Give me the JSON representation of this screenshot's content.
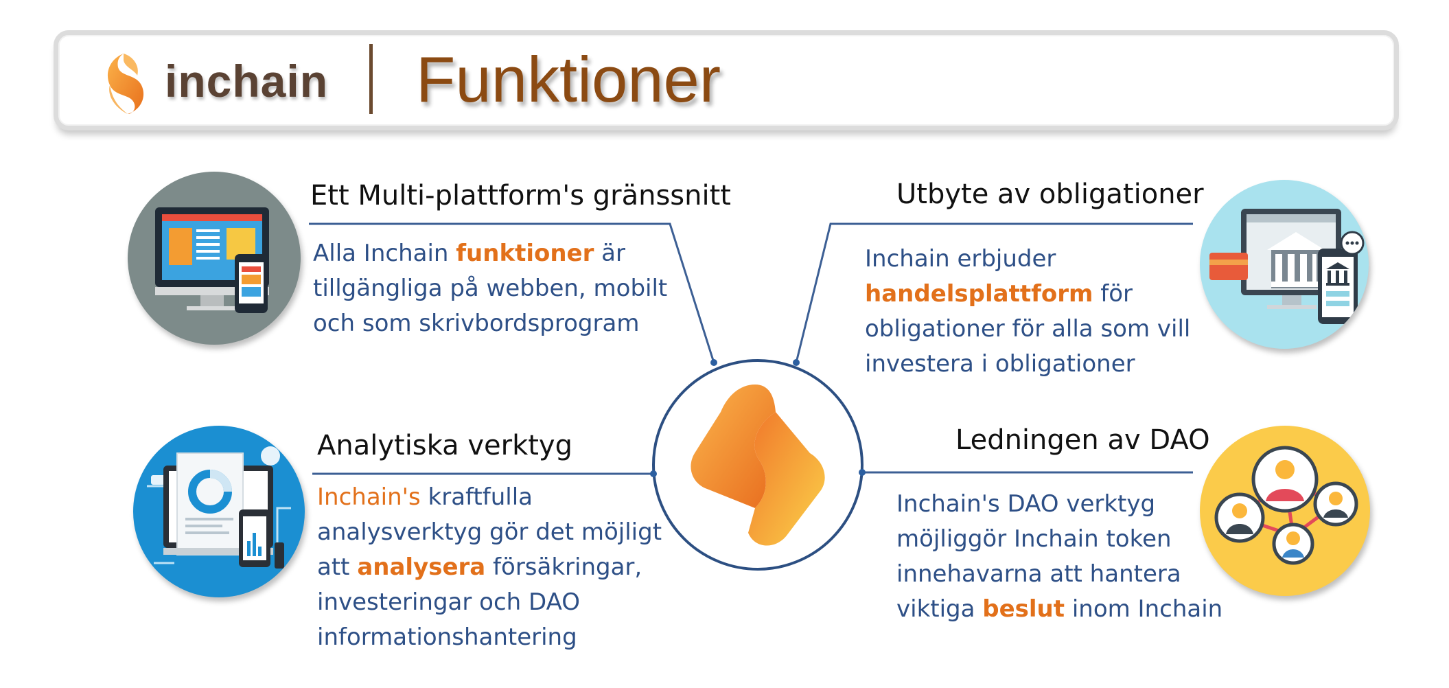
{
  "header": {
    "logo_text": "inchain",
    "title": "Funktioner"
  },
  "features": {
    "multiplatform": {
      "heading": "Ett Multi-plattform's gränssnitt",
      "t1": "Alla Inchain ",
      "b1": "funktioner",
      "t2": " är tillgängliga på webben, mobilt och som skrivbordsprogram"
    },
    "bonds": {
      "heading": "Utbyte av obligationer",
      "t1": "Inchain erbjuder ",
      "b1": "handelsplattform",
      "t2": " för obligationer för alla som vill investera i obligationer"
    },
    "analytics": {
      "heading": "Analytiska verktyg",
      "o1": "Inchain's",
      "t1": " kraftfulla analysverktyg gör det möjligt att ",
      "b1": "analysera",
      "t2": " försäkringar, investeringar och DAO informationshantering"
    },
    "dao": {
      "heading": "Ledningen av DAO",
      "t1": "Inchain's DAO verktyg möjliggör Inchain token innehavarna att hantera viktiga ",
      "b1": "beslut",
      "t2": " inom Inchain"
    }
  },
  "colors": {
    "accent_orange": "#e2701a",
    "body_blue": "#2d4f86",
    "connector_blue": "#3c5f94",
    "title_brown": "#8b4a12"
  },
  "icons": [
    "inchain-logo-icon",
    "multiplatform-devices-icon",
    "bank-exchange-icon",
    "analytics-dashboard-icon",
    "dao-network-icon",
    "inchain-center-logo-icon"
  ]
}
